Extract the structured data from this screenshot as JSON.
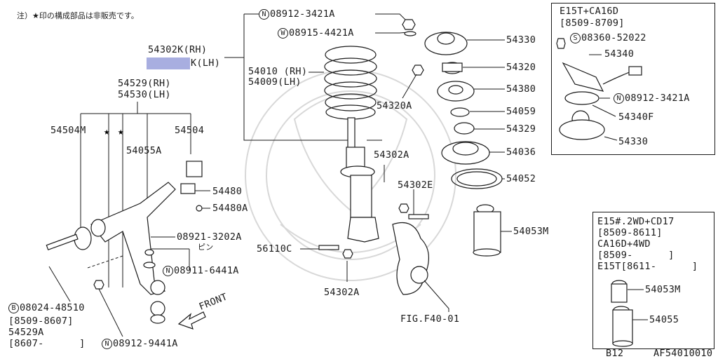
{
  "note": "注）★印の構成部品は非販売です。",
  "callouts": {
    "n": "N",
    "w": "W",
    "s": "S",
    "b": "B"
  },
  "labels": {
    "p54302k_rh": "54302K(RH)",
    "p54302k_lh": "K(LH)",
    "p08912_3421a": "08912-3421A",
    "p08915_4421a": "08915-4421A",
    "p54330": "54330",
    "p54010": "54010 (RH)",
    "p54009": "54009(LH)",
    "p54320": "54320",
    "p54380": "54380",
    "p54320a": "54320A",
    "p54059": "54059",
    "p54329": "54329",
    "p54036": "54036",
    "p54052": "54052",
    "p54053m": "54053M",
    "p54302a_top": "54302A",
    "p54302e": "54302E",
    "p54529_rh": "54529(RH)",
    "p54530_lh": "54530(LH)",
    "p54504m": "54504M",
    "p54504": "54504",
    "p54055a": "54055A",
    "p54480": "54480",
    "p54480a": "54480A",
    "p08921": "08921-3202A",
    "pin": "ピン",
    "p56110c": "56110C",
    "p08911": "08911-6441A",
    "p54302a_bot": "54302A",
    "front": "FRONT",
    "fig": "FIG.F40-01",
    "p08024": "08024-48510",
    "date1": "[8509-8607]",
    "p54529a": "54529A",
    "date2": "[8607-      ]",
    "p08912_9441a": "08912-9441A"
  },
  "inset_top": {
    "title": "E15T+CA16D",
    "date": "[8509-8709]",
    "p08360": "08360-52022",
    "p54340": "54340",
    "p08912": "08912-3421A",
    "p54340f": "54340F",
    "p54330": "54330"
  },
  "inset_bottom": {
    "line1": "E15#.2WD+CD17",
    "line2": "[8509-8611]",
    "line3": "CA16D+4WD",
    "line4": "[8509-      ]",
    "line5": "E15T[8611-      ]",
    "p54053m": "54053M",
    "p54055": "54055"
  },
  "footer": {
    "model": "B12",
    "code": "AF54010010"
  },
  "colors": {
    "highlight": "#a8aee0",
    "ink": "#1a1a1a"
  }
}
